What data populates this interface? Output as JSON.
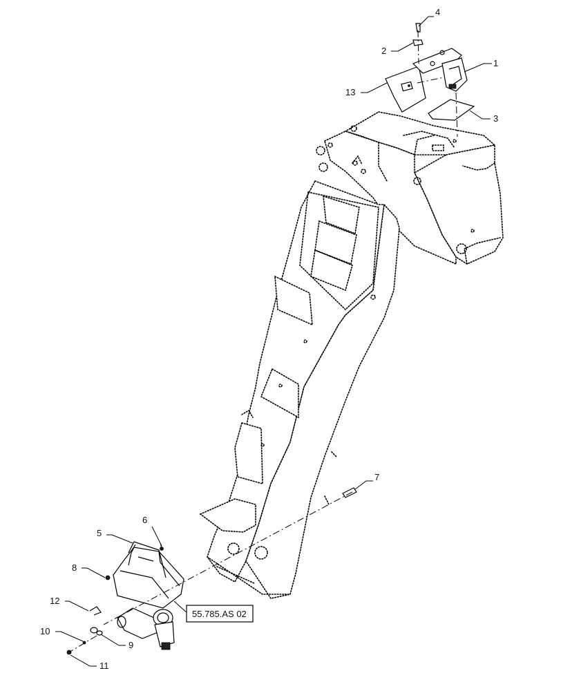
{
  "callouts": {
    "c1": "1",
    "c2": "2",
    "c3": "3",
    "c4": "4",
    "c5": "5",
    "c6": "6",
    "c7": "7",
    "c8": "8",
    "c9": "9",
    "c10": "10",
    "c11": "11",
    "c12": "12",
    "c13": "13"
  },
  "reference_box": {
    "label": "55.785.AS 02"
  },
  "colors": {
    "line": "#000000",
    "background": "#ffffff"
  }
}
